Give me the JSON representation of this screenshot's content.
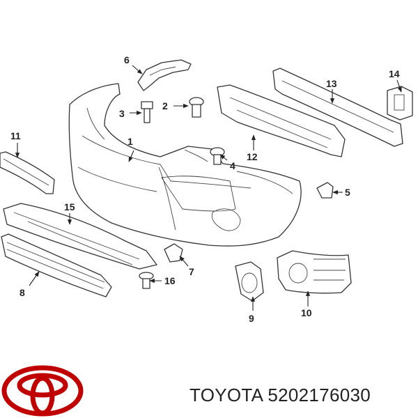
{
  "callouts": [
    "1",
    "2",
    "3",
    "4",
    "5",
    "6",
    "7",
    "8",
    "9",
    "10",
    "11",
    "12",
    "13",
    "14",
    "15",
    "16"
  ],
  "caption": "TOYOTA 5202176030",
  "logo": {
    "name": "toyota-logo",
    "color": "#c00000"
  }
}
